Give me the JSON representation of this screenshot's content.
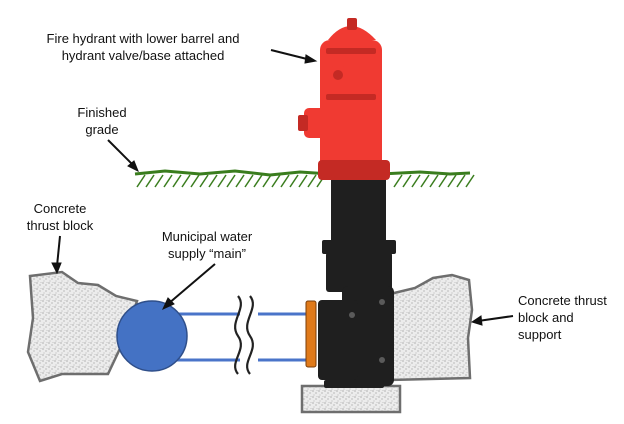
{
  "labels": {
    "hydrant": [
      "Fire hydrant with lower barrel and",
      "hydrant valve/base attached"
    ],
    "grade": [
      "Finished",
      "grade"
    ],
    "thrust_left": [
      "Concrete",
      "thrust block"
    ],
    "main": [
      "Municipal water",
      "supply “main”"
    ],
    "thrust_right": [
      "Concrete thrust",
      "block and",
      "support"
    ]
  },
  "colors": {
    "hydrant_red": "#f03a32",
    "hydrant_dark_red": "#c42a24",
    "pipe_black": "#1f1f1f",
    "grass_green": "#3a7d1e",
    "water_main_blue": "#4472c4",
    "pipe_line_blue": "#4a74c9",
    "flange_orange": "#e07a1a",
    "concrete_gray": "#e6e6e6",
    "concrete_outline": "#6e6e6e"
  }
}
